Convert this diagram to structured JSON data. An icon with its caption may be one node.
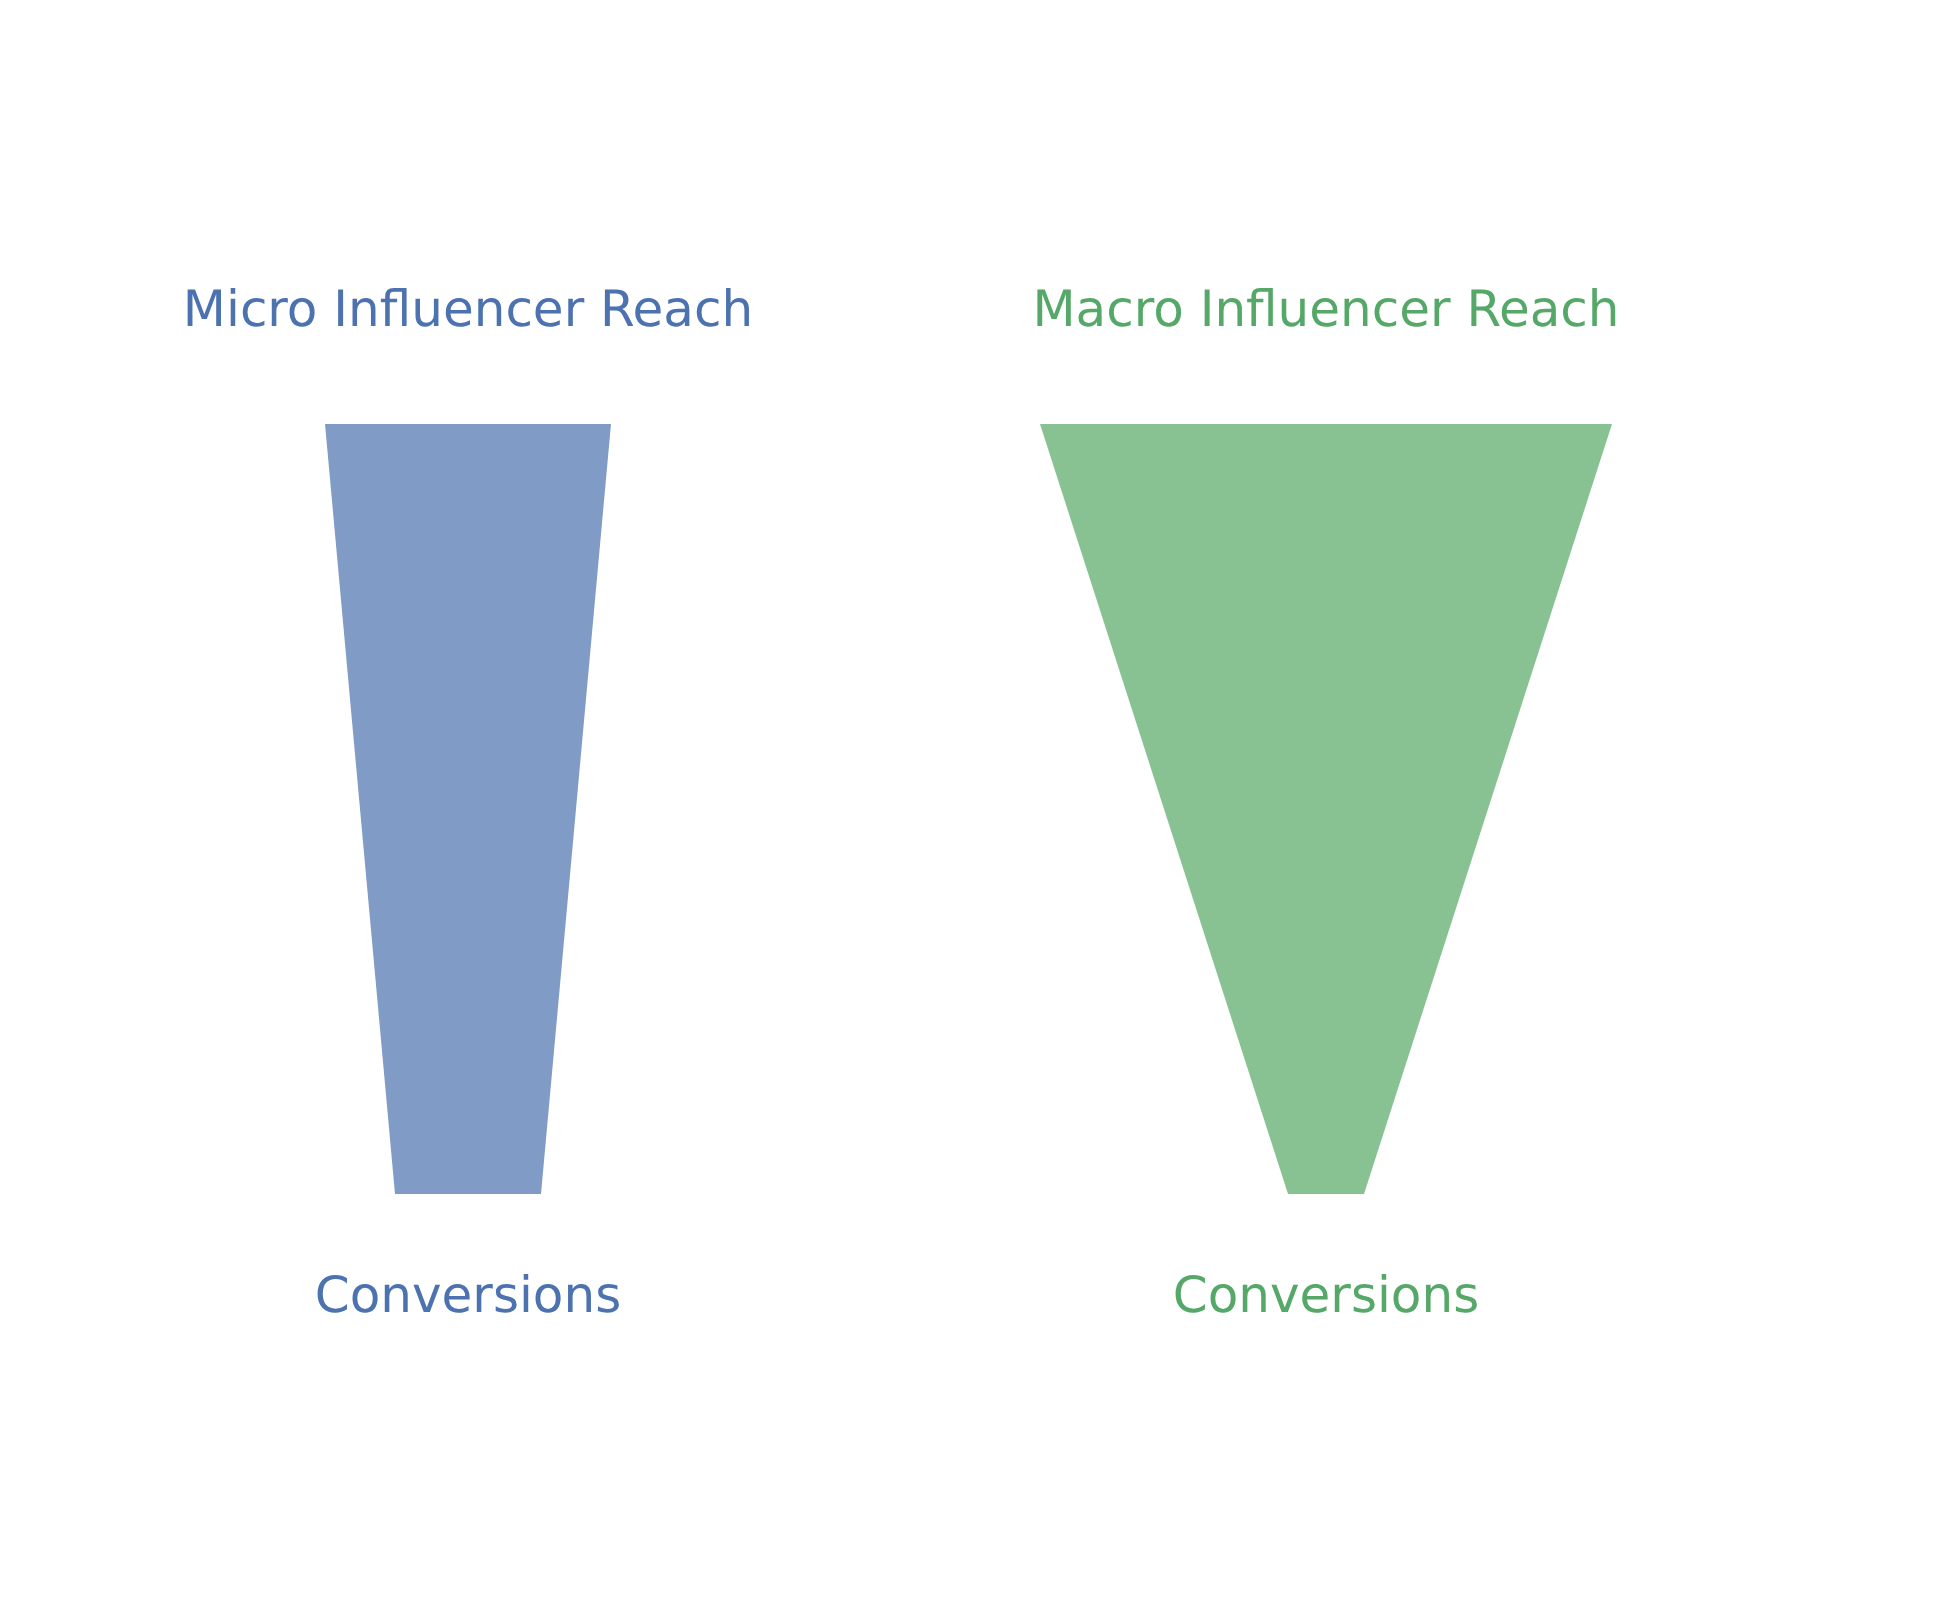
{
  "diagram": {
    "nodes": [
      {
        "text": [
          "Micro Influencer Reach",
          "Conversions"
        ]
      },
      {
        "text": [
          "Macro Influencer Reach",
          "Conversions"
        ]
      }
    ]
  }
}
